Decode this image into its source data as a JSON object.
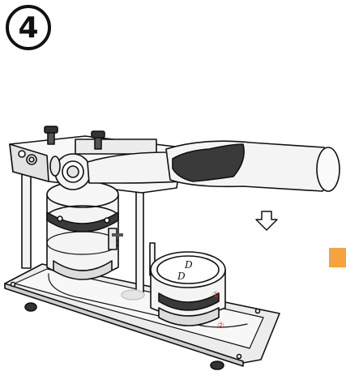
{
  "step": {
    "number": "4"
  },
  "labels": {
    "ring_1": "①",
    "ring_2": "②"
  },
  "icons": {
    "step_badge": "circled-number-icon",
    "press_direction": "down-arrow-icon",
    "machine": "button-press-machine-illustration"
  },
  "colors": {
    "outline": "#111111",
    "metal": "#f4f4f4",
    "shade": "#d9d9d9",
    "handle_dark": "#3a3a3a",
    "marker_red": "#d2352b",
    "accent": "#f5a33a"
  }
}
